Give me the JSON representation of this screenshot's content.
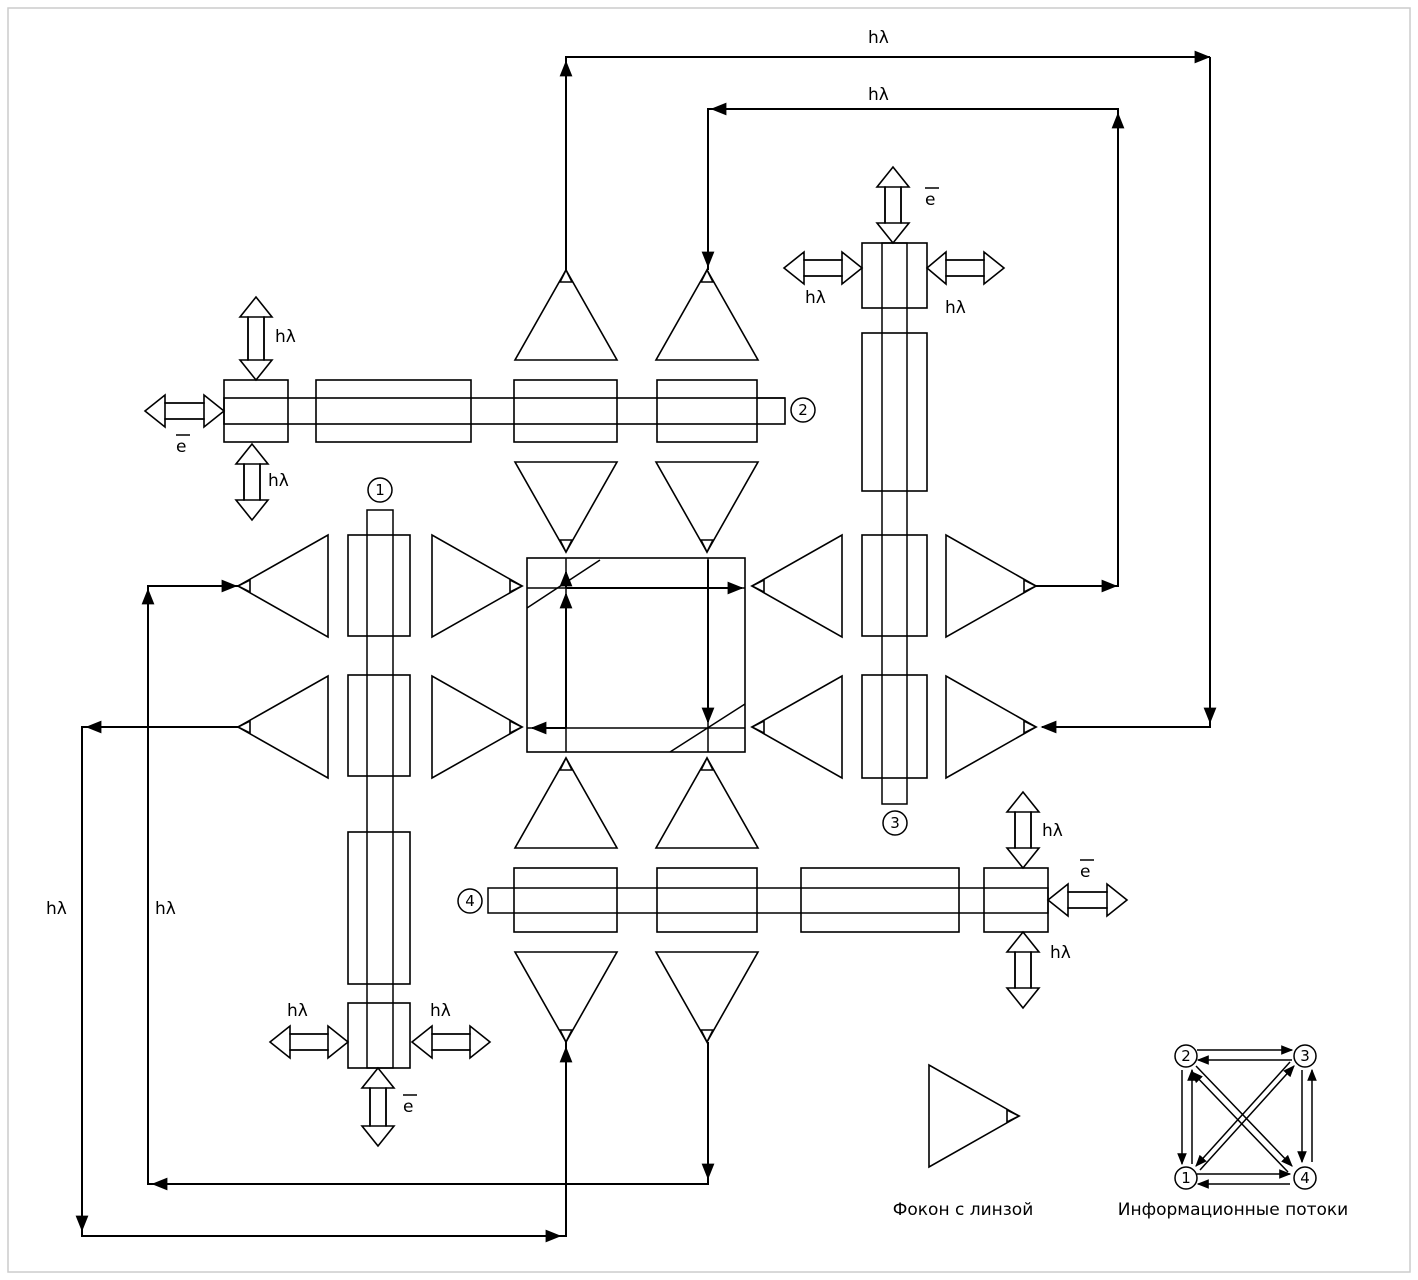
{
  "labels": {
    "photon": "hλ",
    "electron": "e"
  },
  "channels": {
    "one": "1",
    "two": "2",
    "three": "3",
    "four": "4"
  },
  "legend": {
    "focon_caption": "Фокон с линзой",
    "flows_caption": "Информационные потоки",
    "nodes": [
      "2",
      "3",
      "1",
      "4"
    ]
  }
}
